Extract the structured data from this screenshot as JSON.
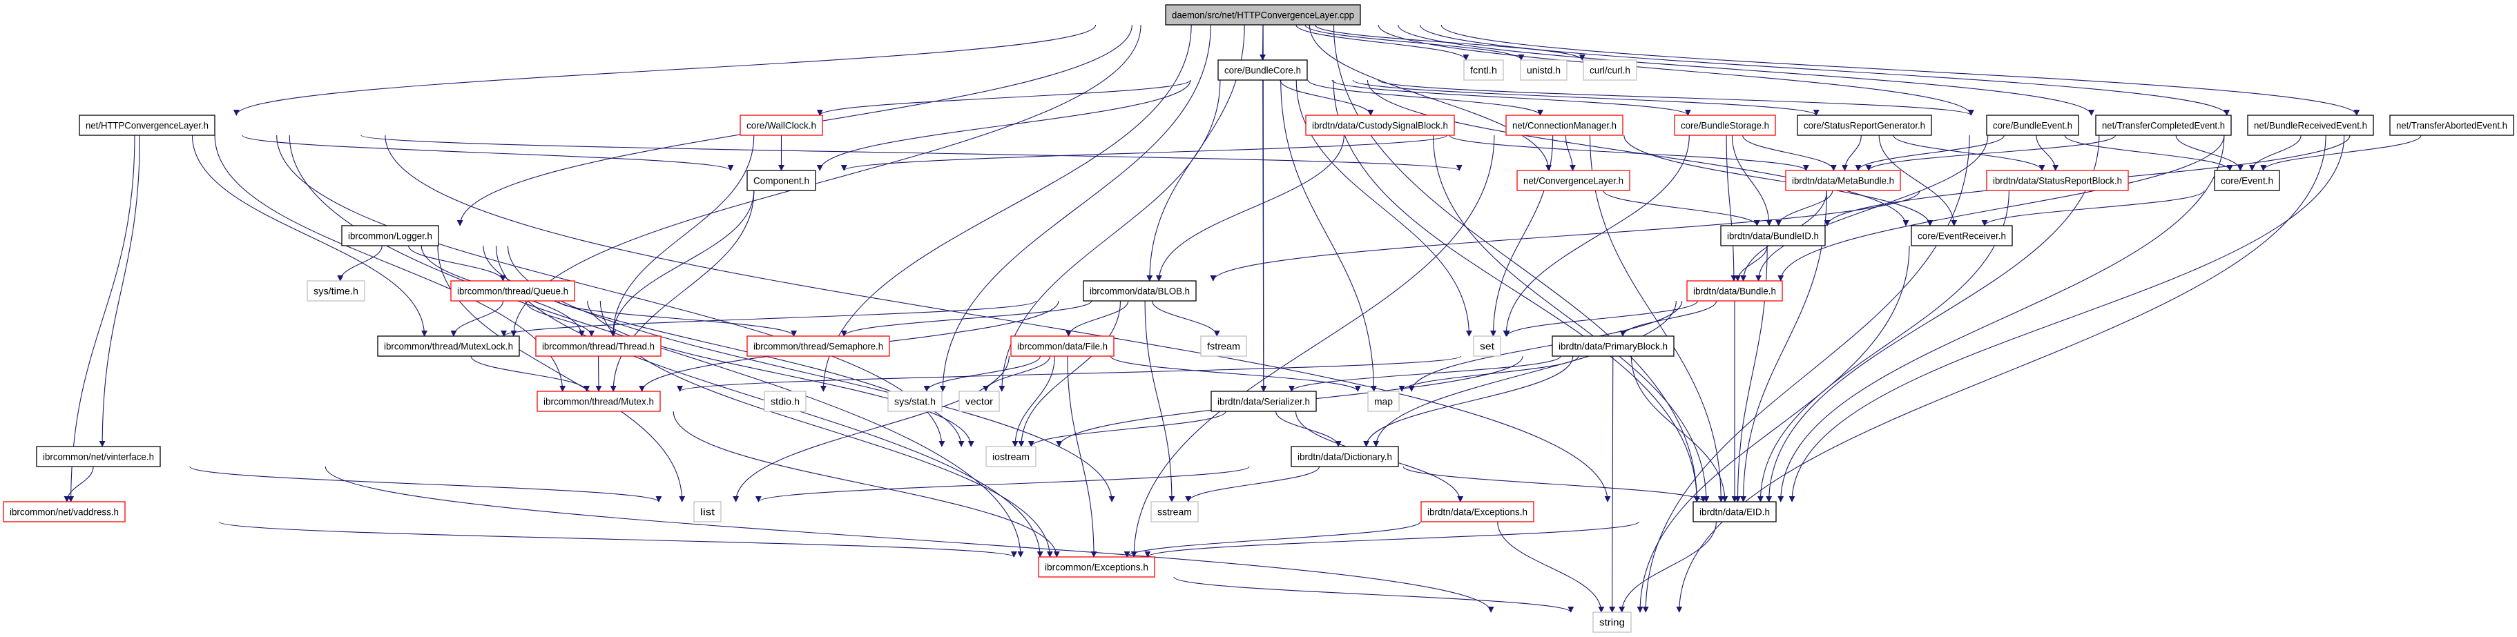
{
  "graph": {
    "colors": {
      "edge": "#191970",
      "normal_border": "#000000",
      "truncated_border": "#ff0000",
      "external_border": "#bfbfbf",
      "root_fill": "#bfbfbf"
    },
    "nodes": [
      {
        "label": "daemon/src/net/HTTPConvergenceLayer.cpp",
        "kind": "root"
      },
      {
        "label": "core/BundleCore.h",
        "kind": "normal"
      },
      {
        "label": "fcntl.h",
        "kind": "external"
      },
      {
        "label": "unistd.h",
        "kind": "external"
      },
      {
        "label": "curl/curl.h",
        "kind": "external"
      },
      {
        "label": "net/HTTPConvergenceLayer.h",
        "kind": "normal"
      },
      {
        "label": "core/WallClock.h",
        "kind": "truncated"
      },
      {
        "label": "ibrdtn/data/CustodySignalBlock.h",
        "kind": "truncated"
      },
      {
        "label": "net/ConnectionManager.h",
        "kind": "truncated"
      },
      {
        "label": "core/BundleStorage.h",
        "kind": "truncated"
      },
      {
        "label": "core/StatusReportGenerator.h",
        "kind": "normal"
      },
      {
        "label": "core/BundleEvent.h",
        "kind": "normal"
      },
      {
        "label": "net/TransferCompletedEvent.h",
        "kind": "normal"
      },
      {
        "label": "net/BundleReceivedEvent.h",
        "kind": "normal"
      },
      {
        "label": "net/TransferAbortedEvent.h",
        "kind": "normal"
      },
      {
        "label": "Component.h",
        "kind": "normal"
      },
      {
        "label": "net/ConvergenceLayer.h",
        "kind": "truncated"
      },
      {
        "label": "ibrdtn/data/MetaBundle.h",
        "kind": "truncated"
      },
      {
        "label": "ibrdtn/data/StatusReportBlock.h",
        "kind": "truncated"
      },
      {
        "label": "core/Event.h",
        "kind": "normal"
      },
      {
        "label": "ibrcommon/Logger.h",
        "kind": "normal"
      },
      {
        "label": "ibrdtn/data/BundleID.h",
        "kind": "normal"
      },
      {
        "label": "core/EventReceiver.h",
        "kind": "normal"
      },
      {
        "label": "sys/time.h",
        "kind": "external"
      },
      {
        "label": "ibrcommon/thread/Queue.h",
        "kind": "truncated"
      },
      {
        "label": "ibrcommon/data/BLOB.h",
        "kind": "normal"
      },
      {
        "label": "ibrdtn/data/Bundle.h",
        "kind": "truncated"
      },
      {
        "label": "ibrcommon/thread/MutexLock.h",
        "kind": "normal"
      },
      {
        "label": "ibrcommon/thread/Thread.h",
        "kind": "truncated"
      },
      {
        "label": "ibrcommon/thread/Semaphore.h",
        "kind": "truncated"
      },
      {
        "label": "ibrcommon/data/File.h",
        "kind": "truncated"
      },
      {
        "label": "fstream",
        "kind": "external"
      },
      {
        "label": "set",
        "kind": "external"
      },
      {
        "label": "ibrdtn/data/PrimaryBlock.h",
        "kind": "normal"
      },
      {
        "label": "ibrcommon/thread/Mutex.h",
        "kind": "truncated"
      },
      {
        "label": "stdio.h",
        "kind": "external"
      },
      {
        "label": "sys/stat.h",
        "kind": "external"
      },
      {
        "label": "vector",
        "kind": "external"
      },
      {
        "label": "ibrdtn/data/Serializer.h",
        "kind": "normal"
      },
      {
        "label": "map",
        "kind": "external"
      },
      {
        "label": "ibrcommon/net/vinterface.h",
        "kind": "normal"
      },
      {
        "label": "iostream",
        "kind": "external"
      },
      {
        "label": "ibrdtn/data/Dictionary.h",
        "kind": "normal"
      },
      {
        "label": "ibrcommon/net/vaddress.h",
        "kind": "truncated"
      },
      {
        "label": "list",
        "kind": "external"
      },
      {
        "label": "sstream",
        "kind": "external"
      },
      {
        "label": "ibrdtn/data/Exceptions.h",
        "kind": "truncated"
      },
      {
        "label": "ibrdtn/data/EID.h",
        "kind": "normal"
      },
      {
        "label": "ibrcommon/Exceptions.h",
        "kind": "truncated"
      },
      {
        "label": "string",
        "kind": "external"
      }
    ],
    "edges": [
      [
        "daemon/src/net/HTTPConvergenceLayer.cpp",
        "net/HTTPConvergenceLayer.h"
      ],
      [
        "daemon/src/net/HTTPConvergenceLayer.cpp",
        "ibrcommon/Logger.h"
      ],
      [
        "daemon/src/net/HTTPConvergenceLayer.cpp",
        "ibrcommon/thread/MutexLock.h"
      ],
      [
        "daemon/src/net/HTTPConvergenceLayer.cpp",
        "stdio.h"
      ],
      [
        "daemon/src/net/HTTPConvergenceLayer.cpp",
        "core/BundleCore.h"
      ],
      [
        "daemon/src/net/HTTPConvergenceLayer.cpp",
        "ibrcommon/data/BLOB.h"
      ],
      [
        "daemon/src/net/HTTPConvergenceLayer.cpp",
        "sys/stat.h"
      ],
      [
        "daemon/src/net/HTTPConvergenceLayer.cpp",
        "ibrdtn/data/Serializer.h"
      ],
      [
        "daemon/src/net/HTTPConvergenceLayer.cpp",
        "fcntl.h"
      ],
      [
        "daemon/src/net/HTTPConvergenceLayer.cpp",
        "unistd.h"
      ],
      [
        "daemon/src/net/HTTPConvergenceLayer.cpp",
        "curl/curl.h"
      ],
      [
        "daemon/src/net/HTTPConvergenceLayer.cpp",
        "net/TransferAbortedEvent.h"
      ],
      [
        "daemon/src/net/HTTPConvergenceLayer.cpp",
        "net/BundleReceivedEvent.h"
      ],
      [
        "daemon/src/net/HTTPConvergenceLayer.cpp",
        "net/TransferCompletedEvent.h"
      ],
      [
        "daemon/src/net/HTTPConvergenceLayer.cpp",
        "core/BundleEvent.h"
      ],
      [
        "daemon/src/net/HTTPConvergenceLayer.cpp",
        "net/ConvergenceLayer.h"
      ],
      [
        "daemon/src/net/HTTPConvergenceLayer.cpp",
        "ibrdtn/data/EID.h"
      ],
      [
        "net/HTTPConvergenceLayer.h",
        "Component.h"
      ],
      [
        "net/HTTPConvergenceLayer.h",
        "net/ConvergenceLayer.h"
      ],
      [
        "net/HTTPConvergenceLayer.h",
        "ibrcommon/net/vinterface.h"
      ],
      [
        "net/HTTPConvergenceLayer.h",
        "ibrcommon/net/vaddress.h"
      ],
      [
        "net/HTTPConvergenceLayer.h",
        "ibrcommon/thread/MutexLock.h"
      ],
      [
        "net/HTTPConvergenceLayer.h",
        "ibrcommon/thread/Mutex.h"
      ],
      [
        "net/HTTPConvergenceLayer.h",
        "iostream"
      ],
      [
        "net/HTTPConvergenceLayer.h",
        "ibrcommon/Exceptions.h"
      ],
      [
        "net/HTTPConvergenceLayer.h",
        "ibrdtn/data/EID.h"
      ],
      [
        "core/BundleCore.h",
        "core/WallClock.h"
      ],
      [
        "core/BundleCore.h",
        "Component.h"
      ],
      [
        "core/BundleCore.h",
        "ibrdtn/data/CustodySignalBlock.h"
      ],
      [
        "core/BundleCore.h",
        "net/ConnectionManager.h"
      ],
      [
        "core/BundleCore.h",
        "core/BundleStorage.h"
      ],
      [
        "core/BundleCore.h",
        "core/StatusReportGenerator.h"
      ],
      [
        "core/BundleCore.h",
        "core/BundleEvent.h"
      ],
      [
        "core/BundleCore.h",
        "core/EventReceiver.h"
      ],
      [
        "core/BundleCore.h",
        "vector"
      ],
      [
        "core/BundleCore.h",
        "set"
      ],
      [
        "core/BundleCore.h",
        "map"
      ],
      [
        "core/BundleCore.h",
        "ibrdtn/data/Serializer.h"
      ],
      [
        "core/BundleCore.h",
        "ibrdtn/data/EID.h"
      ],
      [
        "core/WallClock.h",
        "Component.h"
      ],
      [
        "core/WallClock.h",
        "ibrcommon/thread/Thread.h"
      ],
      [
        "Component.h",
        "ibrcommon/thread/Thread.h"
      ],
      [
        "Component.h",
        "ibrcommon/thread/Mutex.h"
      ],
      [
        "ibrcommon/Logger.h",
        "sys/time.h"
      ],
      [
        "ibrcommon/Logger.h",
        "ibrcommon/thread/Queue.h"
      ],
      [
        "ibrcommon/Logger.h",
        "ibrcommon/thread/Thread.h"
      ],
      [
        "ibrcommon/Logger.h",
        "list"
      ],
      [
        "ibrcommon/Logger.h",
        "iostream"
      ],
      [
        "ibrcommon/Logger.h",
        "sstream"
      ],
      [
        "ibrcommon/Logger.h",
        "ibrcommon/Exceptions.h"
      ],
      [
        "ibrcommon/thread/Queue.h",
        "ibrcommon/thread/MutexLock.h"
      ],
      [
        "ibrcommon/thread/Queue.h",
        "ibrcommon/thread/Thread.h"
      ],
      [
        "ibrcommon/thread/Queue.h",
        "ibrcommon/thread/Semaphore.h"
      ],
      [
        "ibrcommon/thread/Queue.h",
        "iostream"
      ],
      [
        "ibrcommon/thread/Queue.h",
        "ibrcommon/Exceptions.h"
      ],
      [
        "ibrcommon/thread/MutexLock.h",
        "ibrcommon/thread/Mutex.h"
      ],
      [
        "ibrcommon/thread/Thread.h",
        "ibrcommon/thread/Mutex.h"
      ],
      [
        "ibrcommon/thread/Mutex.h",
        "ibrcommon/Exceptions.h"
      ],
      [
        "ibrcommon/net/vinterface.h",
        "ibrcommon/net/vaddress.h"
      ],
      [
        "ibrcommon/net/vinterface.h",
        "list"
      ],
      [
        "ibrcommon/net/vinterface.h",
        "string"
      ],
      [
        "ibrcommon/net/vaddress.h",
        "ibrcommon/Exceptions.h"
      ],
      [
        "ibrdtn/data/CustodySignalBlock.h",
        "ibrcommon/data/BLOB.h"
      ],
      [
        "ibrdtn/data/CustodySignalBlock.h",
        "ibrdtn/data/MetaBundle.h"
      ],
      [
        "ibrdtn/data/CustodySignalBlock.h",
        "ibrdtn/data/EID.h"
      ],
      [
        "net/ConnectionManager.h",
        "Component.h"
      ],
      [
        "net/ConnectionManager.h",
        "net/ConvergenceLayer.h"
      ],
      [
        "net/ConnectionManager.h",
        "set"
      ],
      [
        "net/ConnectionManager.h",
        "core/EventReceiver.h"
      ],
      [
        "net/ConnectionManager.h",
        "ibrdtn/data/EID.h"
      ],
      [
        "net/ConnectionManager.h",
        "ibrcommon/Exceptions.h"
      ],
      [
        "net/ConvergenceLayer.h",
        "ibrdtn/data/BundleID.h"
      ],
      [
        "core/BundleStorage.h",
        "ibrdtn/data/MetaBundle.h"
      ],
      [
        "core/BundleStorage.h",
        "ibrdtn/data/BundleID.h"
      ],
      [
        "core/BundleStorage.h",
        "ibrdtn/data/Bundle.h"
      ],
      [
        "core/BundleStorage.h",
        "set"
      ],
      [
        "core/StatusReportGenerator.h",
        "ibrdtn/data/MetaBundle.h"
      ],
      [
        "core/StatusReportGenerator.h",
        "ibrdtn/data/StatusReportBlock.h"
      ],
      [
        "core/StatusReportGenerator.h",
        "core/EventReceiver.h"
      ],
      [
        "core/BundleEvent.h",
        "ibrdtn/data/MetaBundle.h"
      ],
      [
        "core/BundleEvent.h",
        "ibrdtn/data/StatusReportBlock.h"
      ],
      [
        "core/BundleEvent.h",
        "core/Event.h"
      ],
      [
        "core/BundleEvent.h",
        "ibrdtn/data/Bundle.h"
      ],
      [
        "core/BundleEvent.h",
        "string"
      ],
      [
        "net/TransferCompletedEvent.h",
        "ibrdtn/data/MetaBundle.h"
      ],
      [
        "net/TransferCompletedEvent.h",
        "core/Event.h"
      ],
      [
        "net/TransferCompletedEvent.h",
        "ibrdtn/data/EID.h"
      ],
      [
        "net/BundleReceivedEvent.h",
        "core/Event.h"
      ],
      [
        "net/BundleReceivedEvent.h",
        "ibrdtn/data/Bundle.h"
      ],
      [
        "net/BundleReceivedEvent.h",
        "ibrdtn/data/EID.h"
      ],
      [
        "net/TransferAbortedEvent.h",
        "core/Event.h"
      ],
      [
        "net/TransferAbortedEvent.h",
        "ibrdtn/data/BundleID.h"
      ],
      [
        "net/TransferAbortedEvent.h",
        "ibrdtn/data/EID.h"
      ],
      [
        "net/TransferAbortedEvent.h",
        "string"
      ],
      [
        "ibrdtn/data/MetaBundle.h",
        "ibrdtn/data/BundleID.h"
      ],
      [
        "ibrdtn/data/MetaBundle.h",
        "ibrdtn/data/Bundle.h"
      ],
      [
        "ibrdtn/data/MetaBundle.h",
        "ibrdtn/data/EID.h"
      ],
      [
        "ibrdtn/data/StatusReportBlock.h",
        "ibrcommon/data/BLOB.h"
      ],
      [
        "ibrdtn/data/StatusReportBlock.h",
        "ibrdtn/data/EID.h"
      ],
      [
        "core/Event.h",
        "core/EventReceiver.h"
      ],
      [
        "ibrdtn/data/BundleID.h",
        "ibrdtn/data/Bundle.h"
      ],
      [
        "ibrdtn/data/BundleID.h",
        "ibrdtn/data/EID.h"
      ],
      [
        "core/EventReceiver.h",
        "string"
      ],
      [
        "ibrdtn/data/Bundle.h",
        "set"
      ],
      [
        "ibrdtn/data/Bundle.h",
        "ibrdtn/data/PrimaryBlock.h"
      ],
      [
        "ibrdtn/data/Bundle.h",
        "map"
      ],
      [
        "ibrdtn/data/Bundle.h",
        "ibrdtn/data/Dictionary.h"
      ],
      [
        "ibrdtn/data/Bundle.h",
        "ibrdtn/data/EID.h"
      ],
      [
        "ibrcommon/data/BLOB.h",
        "ibrcommon/thread/MutexLock.h"
      ],
      [
        "ibrcommon/data/BLOB.h",
        "ibrcommon/thread/Mutex.h"
      ],
      [
        "ibrcommon/data/BLOB.h",
        "ibrcommon/thread/Semaphore.h"
      ],
      [
        "ibrcommon/data/BLOB.h",
        "ibrcommon/data/File.h"
      ],
      [
        "ibrcommon/data/BLOB.h",
        "fstream"
      ],
      [
        "ibrcommon/data/BLOB.h",
        "iostream"
      ],
      [
        "ibrcommon/data/BLOB.h",
        "sstream"
      ],
      [
        "ibrcommon/data/File.h",
        "sys/stat.h"
      ],
      [
        "ibrcommon/data/File.h",
        "vector"
      ],
      [
        "ibrcommon/data/File.h",
        "iostream"
      ],
      [
        "ibrcommon/data/File.h",
        "list"
      ],
      [
        "ibrcommon/data/File.h",
        "map"
      ],
      [
        "ibrcommon/data/File.h",
        "ibrcommon/Exceptions.h"
      ],
      [
        "ibrdtn/data/PrimaryBlock.h",
        "ibrdtn/data/Serializer.h"
      ],
      [
        "ibrdtn/data/PrimaryBlock.h",
        "ibrcommon/thread/Mutex.h"
      ],
      [
        "ibrdtn/data/PrimaryBlock.h",
        "map"
      ],
      [
        "ibrdtn/data/PrimaryBlock.h",
        "iostream"
      ],
      [
        "ibrdtn/data/PrimaryBlock.h",
        "ibrdtn/data/Dictionary.h"
      ],
      [
        "ibrdtn/data/PrimaryBlock.h",
        "ibrdtn/data/EID.h"
      ],
      [
        "ibrdtn/data/PrimaryBlock.h",
        "string"
      ],
      [
        "ibrdtn/data/Serializer.h",
        "iostream"
      ],
      [
        "ibrdtn/data/Serializer.h",
        "ibrdtn/data/Dictionary.h"
      ],
      [
        "ibrdtn/data/Serializer.h",
        "ibrdtn/data/Exceptions.h"
      ],
      [
        "ibrdtn/data/Dictionary.h",
        "ibrdtn/data/EID.h"
      ],
      [
        "ibrdtn/data/Dictionary.h",
        "list"
      ],
      [
        "ibrdtn/data/Dictionary.h",
        "sstream"
      ],
      [
        "ibrdtn/data/Exceptions.h",
        "ibrcommon/Exceptions.h"
      ],
      [
        "ibrdtn/data/Exceptions.h",
        "string"
      ],
      [
        "ibrdtn/data/EID.h",
        "ibrcommon/Exceptions.h"
      ],
      [
        "ibrdtn/data/EID.h",
        "string"
      ],
      [
        "ibrcommon/Exceptions.h",
        "string"
      ]
    ]
  }
}
